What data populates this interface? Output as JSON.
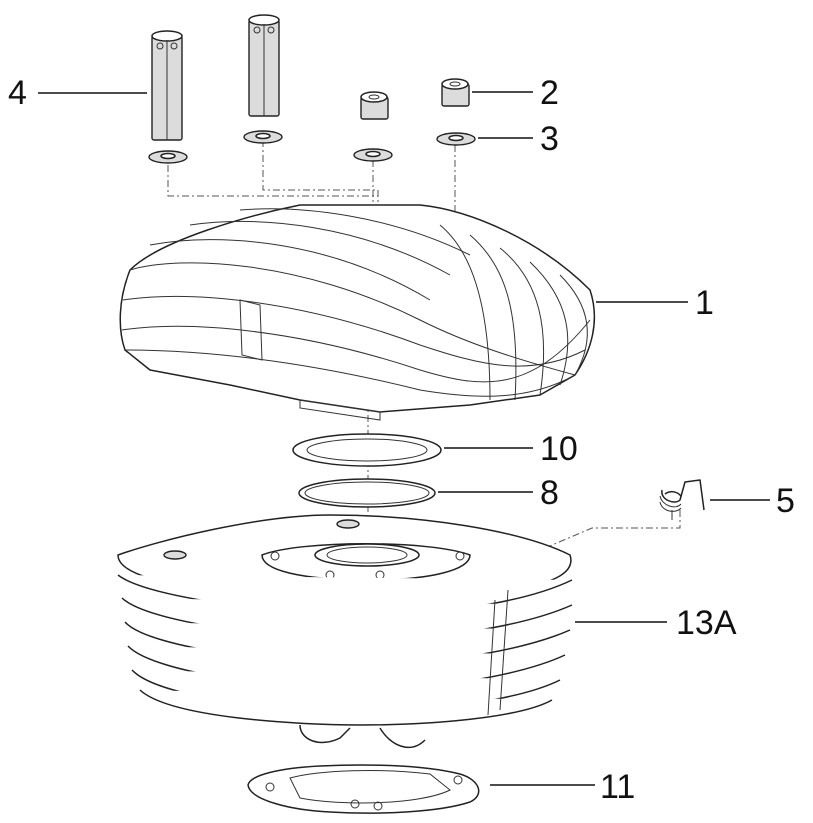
{
  "callouts": [
    {
      "id": "4",
      "label": "4"
    },
    {
      "id": "2",
      "label": "2"
    },
    {
      "id": "3",
      "label": "3"
    },
    {
      "id": "1",
      "label": "1"
    },
    {
      "id": "10",
      "label": "10"
    },
    {
      "id": "8",
      "label": "8"
    },
    {
      "id": "5",
      "label": "5"
    },
    {
      "id": "13A",
      "label": "13A"
    },
    {
      "id": "11",
      "label": "11"
    }
  ]
}
